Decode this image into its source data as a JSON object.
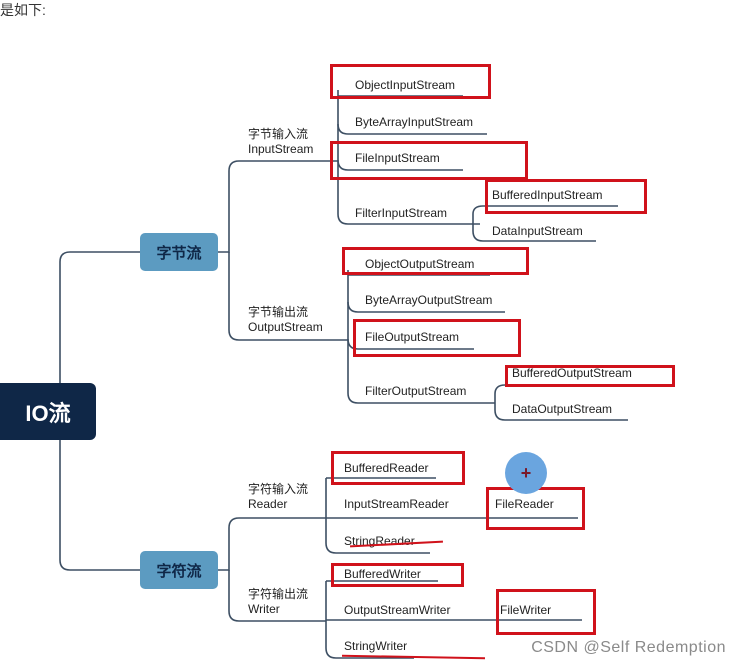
{
  "intro_text": "是如下:",
  "root": {
    "label": "IO流"
  },
  "byte_stream": {
    "label": "字节流",
    "input": {
      "label_cn": "字节输入流",
      "label_en": "InputStream",
      "items": [
        "ObjectInputStream",
        "ByteArrayInputStream",
        "FileInputStream",
        "FilterInputStream"
      ],
      "filter_children": [
        "BufferedInputStream",
        "DataInputStream"
      ]
    },
    "output": {
      "label_cn": "字节输出流",
      "label_en": "OutputStream",
      "items": [
        "ObjectOutputStream",
        "ByteArrayOutputStream",
        "FileOutputStream",
        "FilterOutputStream"
      ],
      "filter_children": [
        "BufferedOutputStream",
        "DataOutputStream"
      ]
    }
  },
  "char_stream": {
    "label": "字符流",
    "reader": {
      "label_cn": "字符输入流",
      "label_en": "Reader",
      "items": [
        "BufferedReader",
        "InputStreamReader",
        "StringReader"
      ],
      "isr_child": "FileReader"
    },
    "writer": {
      "label_cn": "字符输出流",
      "label_en": "Writer",
      "items": [
        "BufferedWriter",
        "OutputStreamWriter",
        "StringWriter"
      ],
      "osw_child": "FileWriter"
    }
  },
  "add_button_label": "+",
  "watermark": "CSDN @Self  Redemption",
  "colors": {
    "root_bg": "#0f2747",
    "category_bg": "#5c9bc1",
    "connector": "#3d4f63",
    "highlight": "#d0121b",
    "add_button": "#6aa5df"
  }
}
